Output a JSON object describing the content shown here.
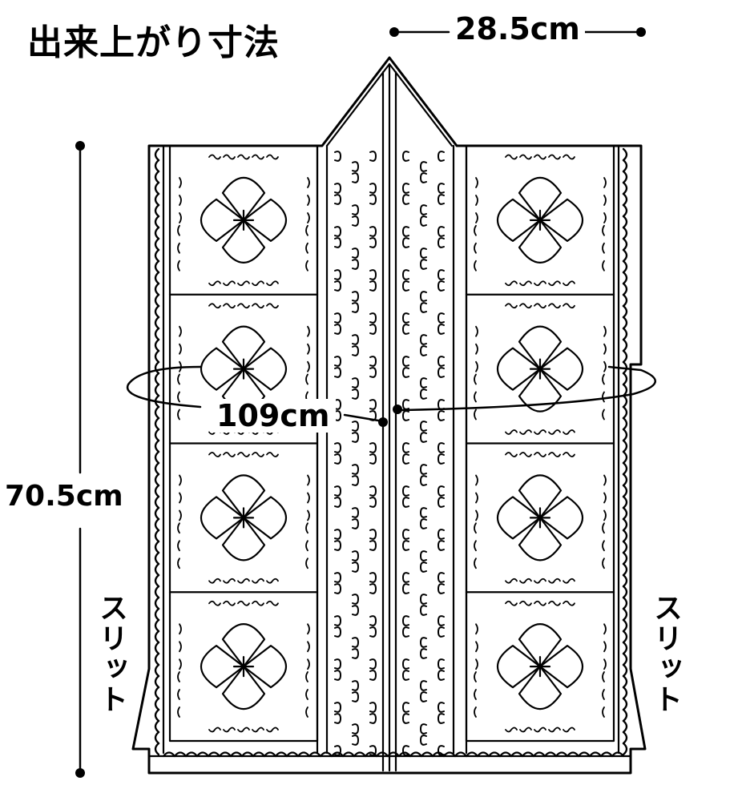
{
  "title": "出来上がり寸法",
  "dimensions": {
    "width_top": "28.5cm",
    "length": "70.5cm",
    "circumference": "109cm"
  },
  "labels": {
    "slit_left": "スリット",
    "slit_right": "スリット"
  },
  "colors": {
    "line": "#000000",
    "paper": "#ffffff"
  },
  "pattern": {
    "motif_rows": 4,
    "motif": "four-petal-flower-square",
    "front_band": "shell-stitch"
  }
}
